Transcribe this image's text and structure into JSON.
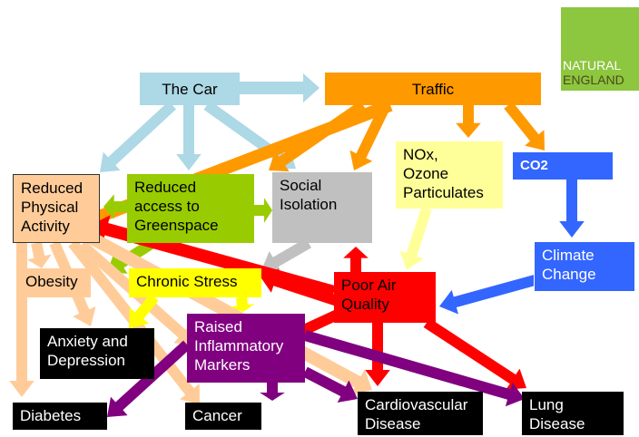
{
  "logo": {
    "line1": "NATURAL",
    "line2": "ENGLAND"
  },
  "nodes": {
    "the_car": "The Car",
    "traffic": "Traffic",
    "reduced_activity": "Reduced\nPhysical\nActivity",
    "greenspace": "Reduced\naccess to\nGreenspace",
    "social_isolation": "Social\nIsolation",
    "nox": "NOx,\nOzone\nParticulates",
    "co2": "CO2",
    "climate_change": "Climate\nChange",
    "obesity": "Obesity",
    "chronic_stress": "Chronic Stress",
    "poor_air": "Poor Air\nQuality",
    "anxiety": "Anxiety and\nDepression",
    "inflammatory": "Raised\nInflammatory\nMarkers",
    "diabetes": "Diabetes",
    "cancer": "Cancer",
    "cardio": "Cardiovascular\nDisease",
    "lung": "Lung\nDisease"
  },
  "colors": {
    "light_blue": "#add8e6",
    "orange": "#ff9900",
    "peach": "#ffcc99",
    "green": "#99cc00",
    "grey": "#c0c0c0",
    "pale_yellow": "#ffff99",
    "blue": "#3366ff",
    "yellow": "#ffff00",
    "red": "#ff0000",
    "purple": "#800080",
    "black": "#000000"
  }
}
